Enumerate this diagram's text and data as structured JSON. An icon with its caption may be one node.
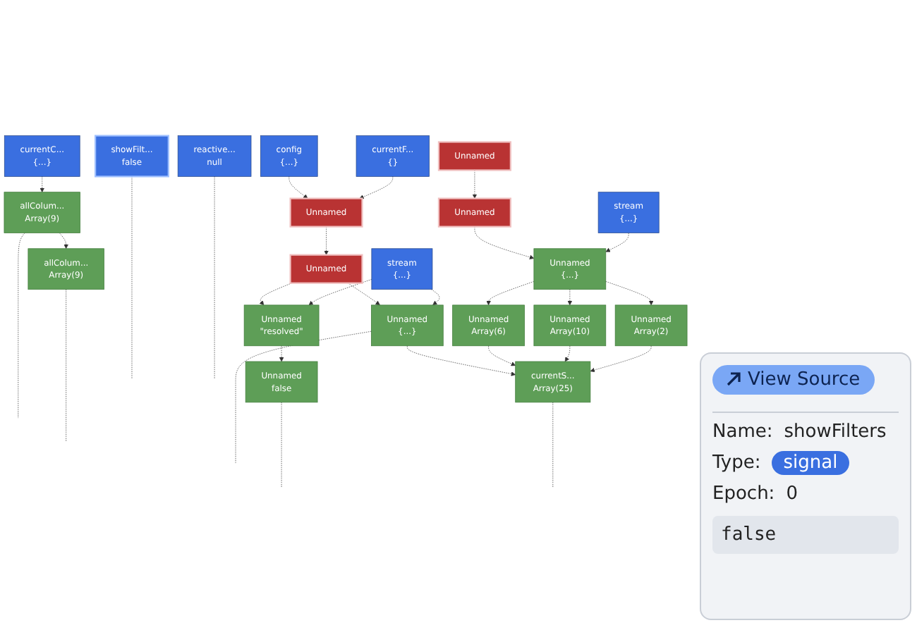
{
  "diagram": {
    "nodes": [
      {
        "text": [
          "config",
          "{...}"
        ]
      },
      {
        "text": [
          "currentF...",
          "{}"
        ]
      },
      {
        "text": [
          "Unnamed"
        ]
      },
      {
        "text": [
          "Unnamed"
        ]
      },
      {
        "text": [
          "Unnamed"
        ]
      },
      {
        "text": [
          "stream",
          "{...}"
        ]
      },
      {
        "text": [
          "Unnamed"
        ]
      },
      {
        "text": [
          "stream",
          "{...}"
        ]
      },
      {
        "text": [
          "Unnamed",
          "{...}"
        ]
      },
      {
        "text": [
          "currentC...",
          "{...}"
        ]
      },
      {
        "text": [
          "Unnamed",
          "\"resolved\""
        ]
      },
      {
        "text": [
          "Unnamed",
          "{...}"
        ]
      },
      {
        "text": [
          "Unnamed",
          "Array(6)"
        ]
      },
      {
        "text": [
          "Unnamed",
          "Array(10)"
        ]
      },
      {
        "text": [
          "Unnamed",
          "Array(2)"
        ]
      },
      {
        "text": [
          "allColum...",
          "Array(9)"
        ]
      },
      {
        "text": [
          "showFilt...",
          "false"
        ]
      },
      {
        "text": [
          "Unnamed",
          "false"
        ]
      },
      {
        "text": [
          "currentS...",
          "Array(25)"
        ]
      },
      {
        "text": [
          "reactive...",
          "null"
        ]
      },
      {
        "text": [
          "allColum...",
          "Array(9)"
        ]
      }
    ],
    "edges": [
      {
        "from": 0,
        "to": 3,
        "arrow": "to",
        "style": "dashed"
      },
      {
        "from": 1,
        "to": 3,
        "arrow": "to",
        "style": "dashed"
      },
      {
        "from": 2,
        "to": 4,
        "arrow": "to",
        "style": "dashed"
      },
      {
        "from": 3,
        "to": 6,
        "arrow": "to",
        "style": "dashed"
      },
      {
        "from": 4,
        "to": 8,
        "arrow": "to",
        "style": "dashed"
      },
      {
        "from": 5,
        "to": 8,
        "arrow": "to",
        "style": "dashed"
      },
      {
        "from": 6,
        "to": 10,
        "arrow": "to",
        "style": "dashed"
      },
      {
        "from": 6,
        "to": 11,
        "arrow": "to",
        "style": "dashed"
      },
      {
        "from": 7,
        "to": 10,
        "arrow": "to",
        "style": "dashed"
      },
      {
        "from": 7,
        "to": 11,
        "arrow": "to",
        "style": "dashed"
      },
      {
        "from": 8,
        "to": 12,
        "arrow": "to",
        "style": "dashed"
      },
      {
        "from": 8,
        "to": 13,
        "arrow": "to",
        "style": "dashed"
      },
      {
        "from": 8,
        "to": 14,
        "arrow": "to",
        "style": "dashed"
      },
      {
        "from": 9,
        "to": 15,
        "arrow": "to",
        "style": "dashed"
      },
      {
        "from": 10,
        "to": 17,
        "arrow": "to",
        "style": "dashed"
      },
      {
        "from": 11,
        "to": 18,
        "arrow": "to",
        "style": "dashed"
      },
      {
        "from": 12,
        "to": 18,
        "arrow": "to",
        "style": "dashed"
      },
      {
        "from": 13,
        "to": 18,
        "arrow": "to",
        "style": "dashed"
      },
      {
        "from": 14,
        "to": 18,
        "arrow": "to",
        "style": "dashed"
      },
      {
        "from": 15,
        "to": 20,
        "arrow": "to",
        "style": "dashed"
      },
      {
        "from": 11,
        "to": null,
        "arrow": "none",
        "style": "dashed"
      },
      {
        "from": 15,
        "to": null,
        "arrow": "none",
        "style": "dashed"
      },
      {
        "from": 16,
        "to": null,
        "arrow": "none",
        "style": "dashed"
      },
      {
        "from": 17,
        "to": null,
        "arrow": "none",
        "style": "dashed"
      },
      {
        "from": 18,
        "to": null,
        "arrow": "none",
        "style": "dashed"
      },
      {
        "from": 19,
        "to": null,
        "arrow": "none",
        "style": "dashed"
      },
      {
        "from": 20,
        "to": null,
        "arrow": "none",
        "style": "dashed"
      }
    ],
    "labels": [
      "View Source",
      "Name:",
      "showFilters",
      "Type:",
      "signal",
      "Epoch:",
      "0",
      "false"
    ]
  }
}
